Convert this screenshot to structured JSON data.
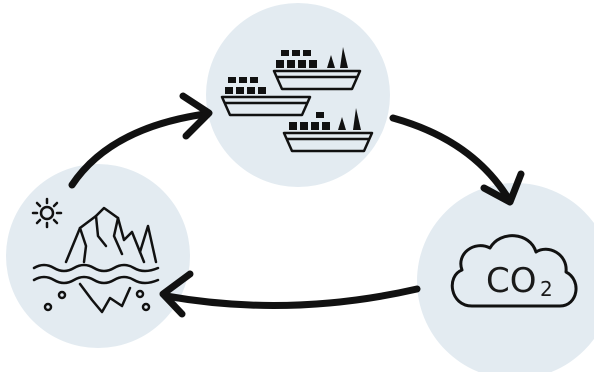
{
  "colors": {
    "circle_fill": "#e3ebf1",
    "ink": "#111111",
    "background": "#ffffff"
  },
  "nodes": [
    {
      "id": "ships",
      "icon": "cargo-ships-icon"
    },
    {
      "id": "co2",
      "icon": "co2-cloud-icon",
      "label_main": "CO",
      "label_sub": "2"
    },
    {
      "id": "iceberg",
      "icon": "melting-iceberg-sun-icon"
    }
  ],
  "edges": [
    {
      "from": "iceberg",
      "to": "ships"
    },
    {
      "from": "ships",
      "to": "co2"
    },
    {
      "from": "co2",
      "to": "iceberg"
    }
  ]
}
